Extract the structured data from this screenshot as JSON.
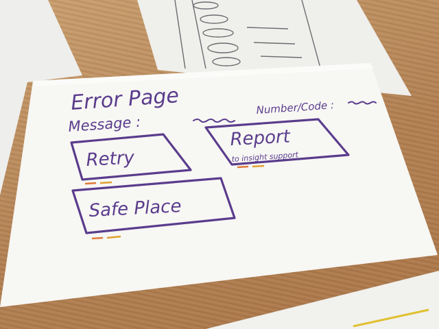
{
  "sketch": {
    "title": "Error Page",
    "message_label": "Message :",
    "code_label": "Number/Code :",
    "retry_label": "Retry",
    "report_label": "Report",
    "report_sub": "to insight support",
    "safe_label": "Safe Place"
  },
  "colors": {
    "ink": "#5a3c8c",
    "table": "#b98a5c",
    "paper": "#f7f7f4",
    "accent_orange": "#e07a3a",
    "accent_yellow": "#e0c030"
  }
}
